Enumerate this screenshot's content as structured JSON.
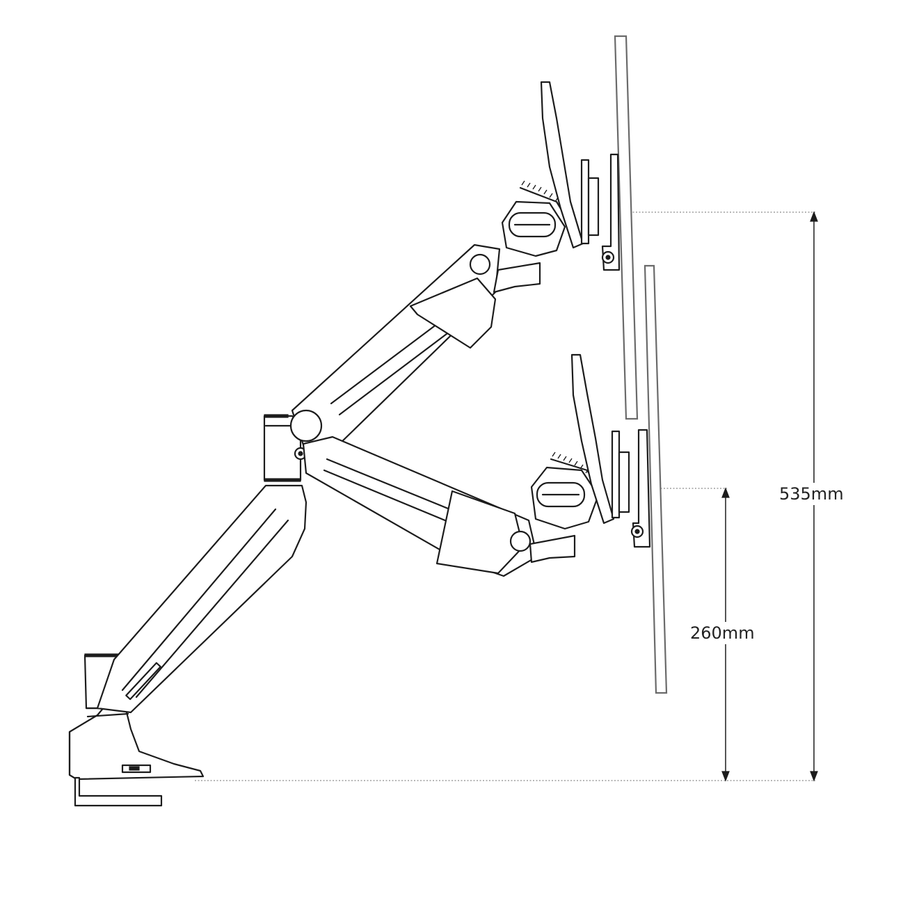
{
  "dimensions": {
    "upper": {
      "label": "535mm",
      "value_mm": 535
    },
    "lower": {
      "label": "260mm",
      "value_mm": 260
    }
  },
  "colors": {
    "line": "#1c1c1c",
    "screen": "#6a6a6a",
    "guide": "#8a8a8a",
    "background": "#ffffff"
  }
}
